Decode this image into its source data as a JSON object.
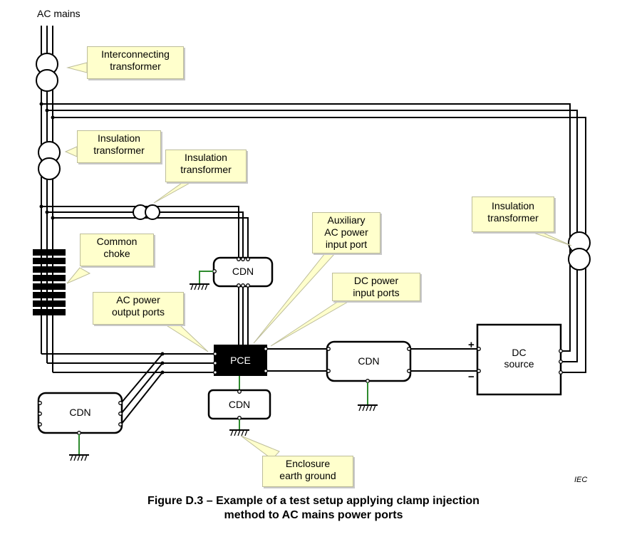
{
  "labels": {
    "ac_mains": "AC mains",
    "interconnecting_transformer": "Interconnecting\ntransformer",
    "insulation_transformer_1": "Insulation\ntransformer",
    "insulation_transformer_2": "Insulation\ntransformer",
    "insulation_transformer_3": "Insulation\ntransformer",
    "common_choke": "Common\nchoke",
    "ac_power_output_ports": "AC power\noutput ports",
    "auxiliary_ac_power_input_port": "Auxiliary\nAC power\ninput port",
    "dc_power_input_ports": "DC power\ninput ports",
    "enclosure_earth_ground": "Enclosure\nearth ground",
    "cdn_top": "CDN",
    "cdn_left": "CDN",
    "cdn_bottom": "CDN",
    "cdn_right": "CDN",
    "pce": "PCE",
    "dc_source": "DC\nsource",
    "plus": "+",
    "minus": "−",
    "iec": "IEC"
  },
  "caption": "Figure D.3 – Example of a test setup applying clamp injection\nmethod to AC mains power ports",
  "colors": {
    "wire": "#000000",
    "ground_wire": "#2e8b2e",
    "callout_fill": "#ffffcc",
    "pce_fill": "#000000",
    "pce_text": "#ffffff"
  }
}
